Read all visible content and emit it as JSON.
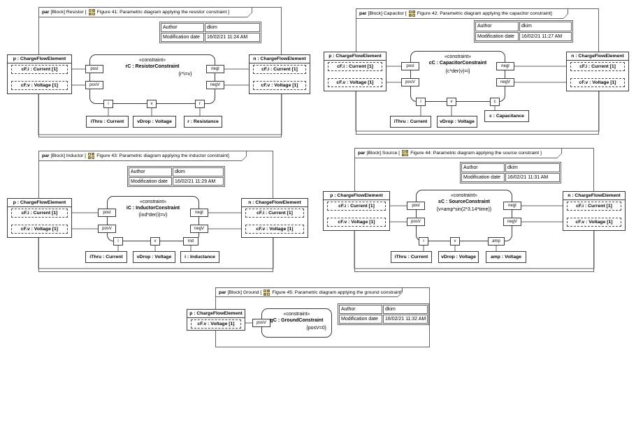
{
  "colors": {
    "line": "#636363",
    "shape_border": "#3a3a3a",
    "icon_tan_light": "#d9c97e",
    "icon_tan_dark": "#a8934c",
    "background": "#ffffff"
  },
  "diagrams": [
    {
      "name": "Resistor",
      "tab": {
        "par": "par",
        "block": "[Block] Resistor [",
        "figure": "Figure 41: Parametric diagram applying the resistor constraint ]"
      },
      "meta": {
        "author_label": "Author",
        "author_value": "dkim",
        "date_label": "Modification date",
        "date_value": "16/02/21 11:24 AM"
      },
      "p_block": {
        "title": "p : ChargeFlowElement",
        "item1": "cF.i : Current [1]",
        "item2": "cF.v : Voltage [1]"
      },
      "n_block": {
        "title": "n : ChargeFlowElement",
        "item1": "cF.i : Current [1]",
        "item2": "cF.v : Voltage [1]"
      },
      "constraint": {
        "stereotype": "«constraint»",
        "name": "rC : ResistorConstraint",
        "equation": "{r*i=v}",
        "posI": "posI",
        "posV": "posV",
        "negI": "negI",
        "negV": "negV",
        "b1": "i",
        "b2": "v",
        "b3": "r"
      },
      "params": {
        "p1": "iThru : Current",
        "p2": "vDrop : Voltage",
        "p3": "r : Resistance"
      }
    },
    {
      "name": "Capacitor",
      "tab": {
        "par": "par",
        "block": "[Block] Capacitor [",
        "figure": "Figure 42: Parametric diagram applying the capacitor constraint]"
      },
      "meta": {
        "author_label": "Author",
        "author_value": "dkim",
        "date_label": "Modification date",
        "date_value": "16/02/21 11:27 AM"
      },
      "p_block": {
        "title": "p : ChargeFlowElement",
        "item1": "cF.i : Current [1]",
        "item2": "cF.v : Voltage [1]"
      },
      "n_block": {
        "title": "n : ChargeFlowElement",
        "item1": "cF.i : Current [1]",
        "item2": "cF.v : Voltage [1]"
      },
      "constraint": {
        "stereotype": "«constraint»",
        "name": "cC : CapacitorConstraint",
        "equation": "{c*der(v)=i}",
        "posI": "posI",
        "posV": "posV",
        "negI": "negI",
        "negV": "negV",
        "b1": "i",
        "b2": "v",
        "b3": "c"
      },
      "params": {
        "p1": "iThru : Current",
        "p2": "vDrop : Voltage",
        "p3": "c : Capacitance"
      }
    },
    {
      "name": "Inductor",
      "tab": {
        "par": "par",
        "block": "[Block] Inductor [",
        "figure": "Figure 43: Parametric diagram applying the inductor constraint]"
      },
      "meta": {
        "author_label": "Author",
        "author_value": "dkim",
        "date_label": "Modification date",
        "date_value": "16/02/21 11:29 AM"
      },
      "p_block": {
        "title": "p : ChargeFlowElement",
        "item1": "cF.i : Current [1]",
        "item2": "cF.v : Voltage [1]"
      },
      "n_block": {
        "title": "n : ChargeFlowElement",
        "item1": "cF.i : Current [1]",
        "item2": "cF.v : Voltage [1]"
      },
      "constraint": {
        "stereotype": "«constraint»",
        "name": "iC : InductorConstraint",
        "equation": "{ind*der(i)=v}",
        "posI": "posI",
        "posV": "posV",
        "negI": "negI",
        "negV": "negV",
        "b1": "i",
        "b2": "v",
        "b3": "ind"
      },
      "params": {
        "p1": "iThru : Current",
        "p2": "vDrop : Voltage",
        "p3": "i : Inductance"
      }
    },
    {
      "name": "Source",
      "tab": {
        "par": "par",
        "block": "[Block] Source [",
        "figure": "Figure 44: Parametric diagram applying the source constraint ]"
      },
      "meta": {
        "author_label": "Author",
        "author_value": "dkim",
        "date_label": "Modification date",
        "date_value": "16/02/21 11:31 AM"
      },
      "p_block": {
        "title": "p : ChargeFlowElement",
        "item1": "cF.i : Current [1]",
        "item2": "cF.v : Voltage [1]"
      },
      "n_block": {
        "title": "n : ChargeFlowElement",
        "item1": "cF.i : Current [1]",
        "item2": "cF.v : Voltage [1]"
      },
      "constraint": {
        "stereotype": "«constraint»",
        "name": "sC : SourceConstraint",
        "equation": "{v=amp*sin(2*3.14*time)}",
        "posI": "posI",
        "posV": "posV",
        "negI": "negI",
        "negV": "negV",
        "b1": "i",
        "b2": "v",
        "b3": "amp"
      },
      "params": {
        "p1": "iThru : Current",
        "p2": "vDrop : Voltage",
        "p3": "amp : Voltage"
      }
    },
    {
      "name": "Ground",
      "tab": {
        "par": "par",
        "block": "[Block] Ground [",
        "figure": "Figure 45: Parametric diagram applying the ground constraint]"
      },
      "meta": {
        "author_label": "Author",
        "author_value": "dkim",
        "date_label": "Modification date",
        "date_value": "16/02/21 11:32 AM"
      },
      "p_block": {
        "title": "p : ChargeFlowElement",
        "item1": "cF.v : Voltage [1]"
      },
      "constraint": {
        "stereotype": "«constraint»",
        "name": "gC : GroundConstraint",
        "equation": "{posV=0}",
        "posV": "posV"
      }
    }
  ]
}
